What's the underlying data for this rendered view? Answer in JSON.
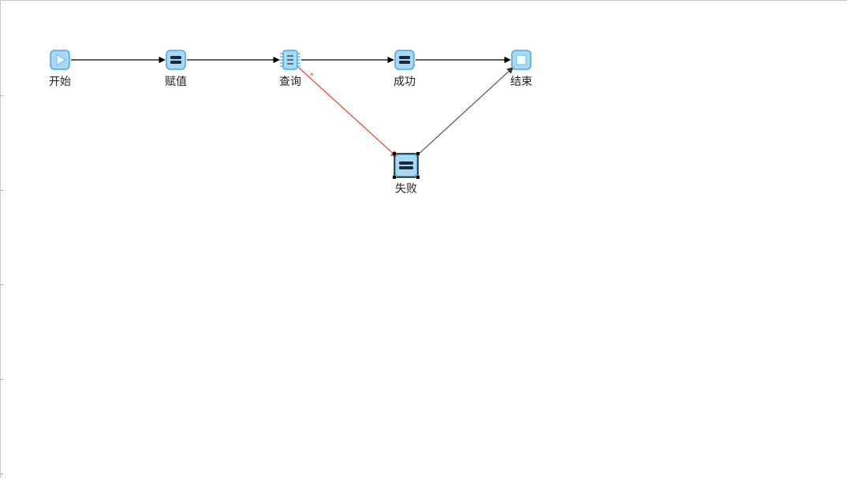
{
  "diagram": {
    "nodes": [
      {
        "id": "start",
        "label": "开始",
        "kind": "start-node"
      },
      {
        "id": "assign",
        "label": "赋值",
        "kind": "task-node"
      },
      {
        "id": "query",
        "label": "查询",
        "kind": "query-node"
      },
      {
        "id": "success",
        "label": "成功",
        "kind": "task-node"
      },
      {
        "id": "end",
        "label": "结束",
        "kind": "end-node"
      },
      {
        "id": "fail",
        "label": "失败",
        "kind": "task-node",
        "selected": true
      }
    ],
    "edges": [
      {
        "from": "start",
        "to": "assign",
        "color": "#000000"
      },
      {
        "from": "assign",
        "to": "query",
        "color": "#000000"
      },
      {
        "from": "query",
        "to": "success",
        "color": "#000000"
      },
      {
        "from": "success",
        "to": "end",
        "color": "#000000"
      },
      {
        "from": "query",
        "to": "fail",
        "color": "#ff3b2f",
        "marker": "*"
      },
      {
        "from": "fail",
        "to": "end",
        "color": "#555555"
      }
    ],
    "colors": {
      "node_fill": "#a9d8f5",
      "node_border": "#4aa9de",
      "glyph": "#1a2a3a",
      "selected_handle": "#000000"
    }
  }
}
